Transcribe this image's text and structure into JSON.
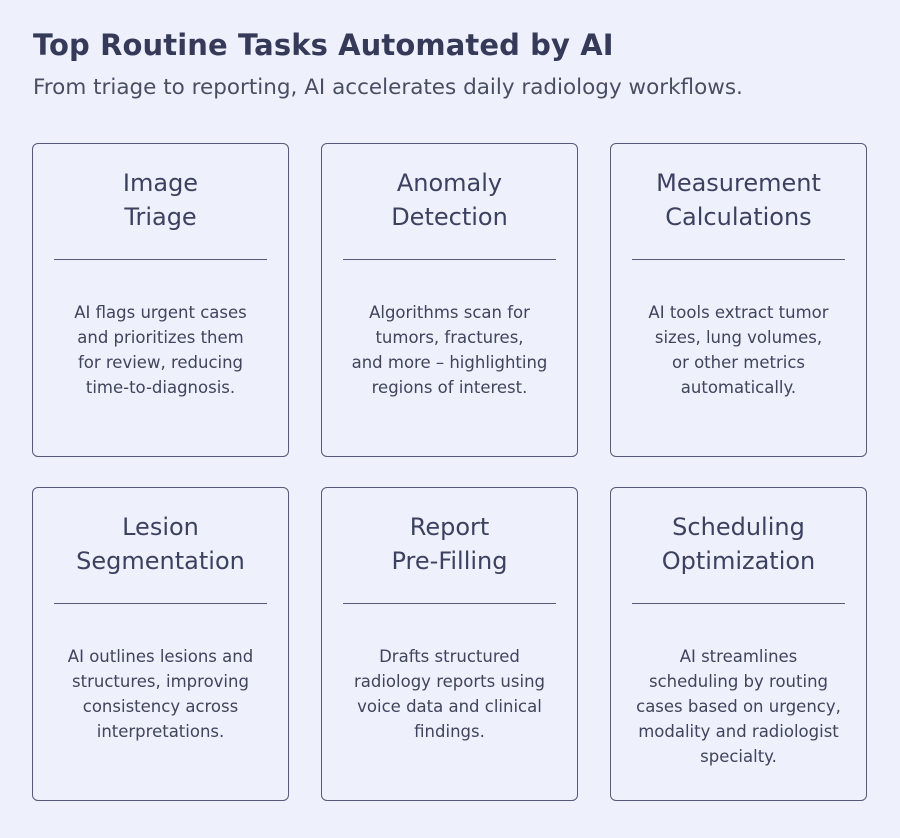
{
  "header": {
    "title": "Top Routine Tasks Automated by AI",
    "subtitle": "From triage to reporting, AI accelerates daily radiology workflows."
  },
  "cards": [
    {
      "title_lines": [
        "Image",
        "Triage"
      ],
      "desc_lines": [
        "AI flags urgent cases",
        "and prioritizes them",
        "for review, reducing",
        "time-to-diagnosis."
      ]
    },
    {
      "title_lines": [
        "Anomaly",
        "Detection"
      ],
      "desc_lines": [
        "Algorithms scan for",
        "tumors, fractures,",
        "and more – highlighting",
        "regions of interest."
      ]
    },
    {
      "title_lines": [
        "Measurement",
        "Calculations"
      ],
      "desc_lines": [
        "AI tools extract tumor",
        "sizes, lung volumes,",
        "or other metrics",
        "automatically."
      ]
    },
    {
      "title_lines": [
        "Lesion",
        "Segmentation"
      ],
      "desc_lines": [
        "AI outlines lesions and",
        "structures, improving",
        "consistency across",
        "interpretations."
      ]
    },
    {
      "title_lines": [
        "Report",
        "Pre-Filling"
      ],
      "desc_lines": [
        "Drafts structured",
        "radiology reports using",
        "voice data and clinical",
        "findings."
      ]
    },
    {
      "title_lines": [
        "Scheduling",
        "Optimization"
      ],
      "desc_lines": [
        "AI streamlines",
        "scheduling by routing",
        "cases based on urgency,",
        "modality and radiologist",
        "specialty."
      ]
    }
  ]
}
